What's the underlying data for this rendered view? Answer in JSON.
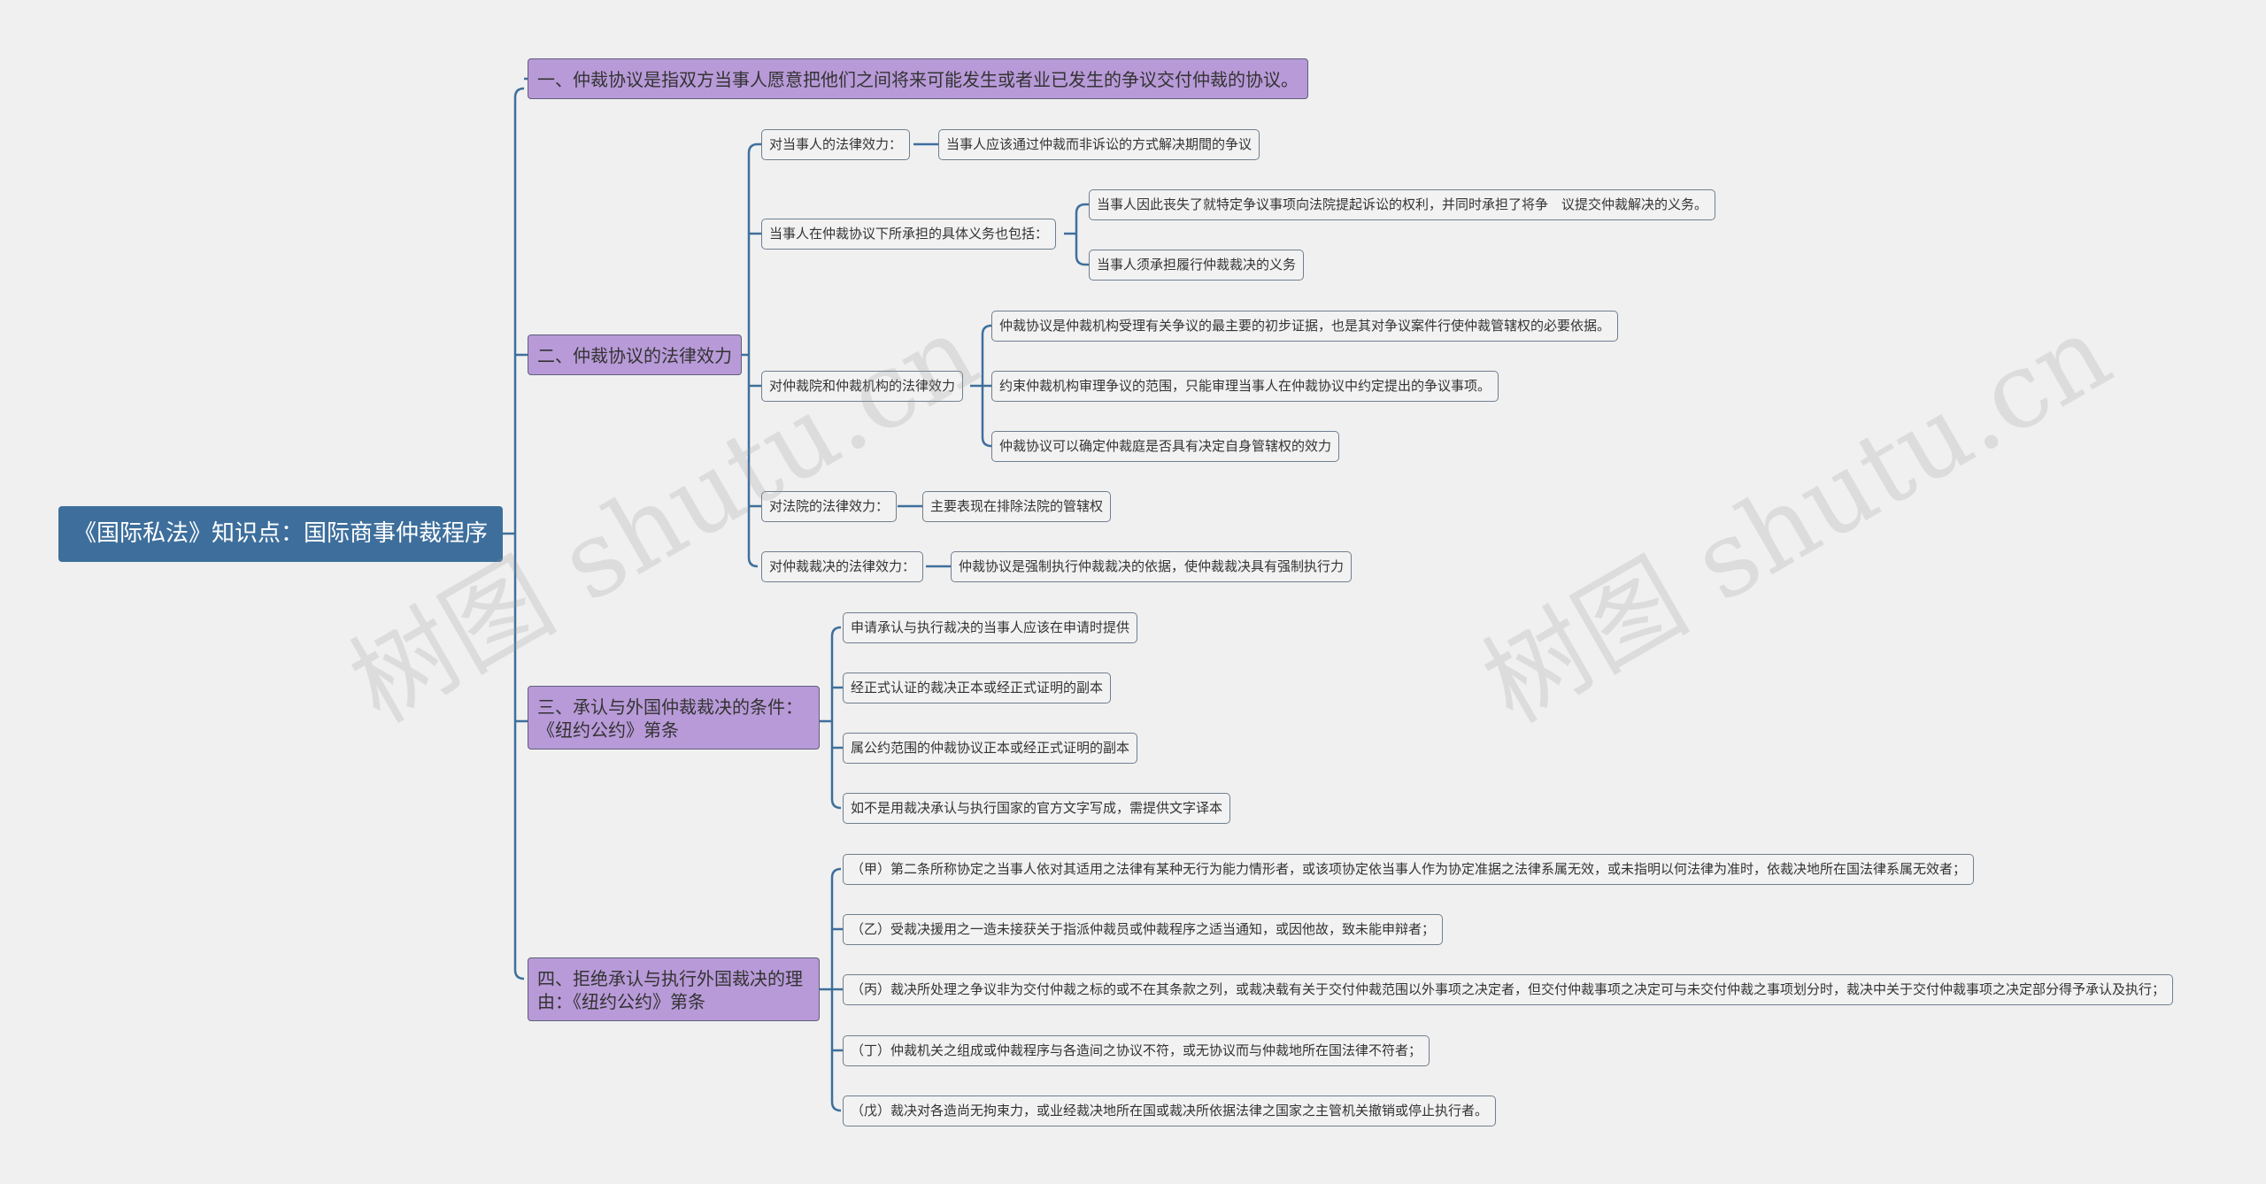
{
  "root": {
    "title": "《国际私法》知识点：国际商事仲裁程序"
  },
  "branches": {
    "b1": {
      "label": "一、仲裁协议是指双方当事人愿意把他们之间将来可能发生或者业已发生的争议交付仲裁的协议。"
    },
    "b2": {
      "label": "二、仲裁协议的法律效力",
      "s1": {
        "label": "对当事人的法律效力：",
        "c1": "当事人应该通过仲裁而非诉讼的方式解决期間的争议"
      },
      "s2": {
        "label": "当事人在仲裁协议下所承担的具体义务也包括：",
        "c1": "当事人因此丧失了就特定争议事项向法院提起诉讼的权利，并同时承担了将争　议提交仲裁解决的义务。",
        "c2": "当事人须承担履行仲裁裁决的义务"
      },
      "s3": {
        "label": "对仲裁院和仲裁机构的法律效力",
        "c1": "仲裁协议是仲裁机构受理有关争议的最主要的初步证据，也是其对争议案件行使仲裁管辖权的必要依据。",
        "c2": "约束仲裁机构审理争议的范围，只能审理当事人在仲裁协议中约定提出的争议事项。",
        "c3": "仲裁协议可以确定仲裁庭是否具有决定自身管辖权的效力"
      },
      "s4": {
        "label": "对法院的法律效力：",
        "c1": "主要表现在排除法院的管辖权"
      },
      "s5": {
        "label": "对仲裁裁决的法律效力：",
        "c1": "仲裁协议是强制执行仲裁裁决的依据，使仲裁裁决具有强制执行力"
      }
    },
    "b3": {
      "label": "三、承认与外国仲裁裁决的条件：《纽约公约》第条",
      "c1": "申请承认与执行裁决的当事人应该在申请时提供",
      "c2": "经正式认证的裁决正本或经正式证明的副本",
      "c3": "属公约范围的仲裁协议正本或经正式证明的副本",
      "c4": "如不是用裁决承认与执行国家的官方文字写成，需提供文字译本"
    },
    "b4": {
      "label": "四、拒绝承认与执行外国裁决的理由：《纽约公约》第条",
      "c1": "（甲）第二条所称协定之当事人依对其适用之法律有某种无行为能力情形者，或该项协定依当事人作为协定准据之法律系属无效，或未指明以何法律为准时，依裁决地所在国法律系属无效者；",
      "c2": "（乙）受裁决援用之一造未接获关于指派仲裁员或仲裁程序之适当通知，或因他故，致未能申辩者；",
      "c3": "（丙）裁决所处理之争议非为交付仲裁之标的或不在其条款之列，或裁决载有关于交付仲裁范围以外事项之决定者，但交付仲裁事项之决定可与未交付仲裁之事项划分时，裁决中关于交付仲裁事项之决定部分得予承认及执行；",
      "c4": "（丁）仲裁机关之组成或仲裁程序与各造间之协议不符，或无协议而与仲裁地所在国法律不符者；",
      "c5": "（戊）裁决对各造尚无拘束力，或业经裁决地所在国或裁决所依据法律之国家之主管机关撤销或停止执行者。"
    }
  },
  "watermark": "树图 shutu.cn",
  "colors": {
    "root": "#3e6f9c",
    "branch": "#b89ad8",
    "leaf": "#f2f2f2",
    "line": "#3e6f9c"
  }
}
